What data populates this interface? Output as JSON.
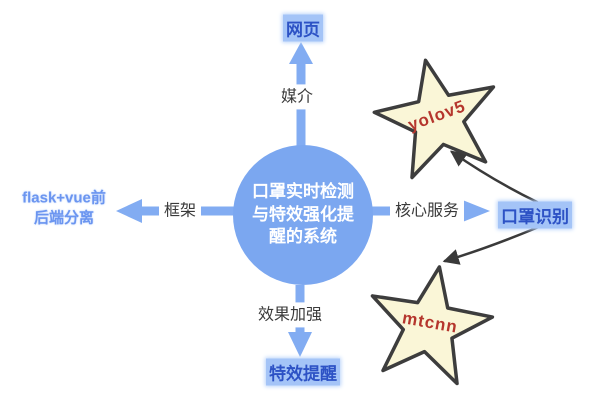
{
  "diagram": {
    "center": {
      "title": "口罩实时检测与特效强化提醒的系统"
    },
    "branches": {
      "top": {
        "label": "媒介",
        "node": "网页"
      },
      "left": {
        "label": "框架",
        "node_lines": [
          "flask+vue前",
          "后端分离"
        ]
      },
      "right": {
        "label": "核心服务",
        "node": "口罩识别"
      },
      "bottom": {
        "label": "效果加强",
        "node": "特效提醒"
      }
    },
    "stars": {
      "top": {
        "label": "yolov5"
      },
      "bottom": {
        "label": "mtcnn"
      }
    },
    "colors": {
      "circle_fill": "#7BA7F0",
      "arrow_blue": "#82ACF2",
      "star_fill": "#FAF6D7",
      "star_stroke": "#3D3D3D",
      "star_text_red": "#B5362D",
      "node_text_blue": "#2D52C5",
      "node_highlight": "#A4C4F7",
      "connector_dark": "#3A3A3A",
      "label_text": "#3A3A3A"
    }
  }
}
